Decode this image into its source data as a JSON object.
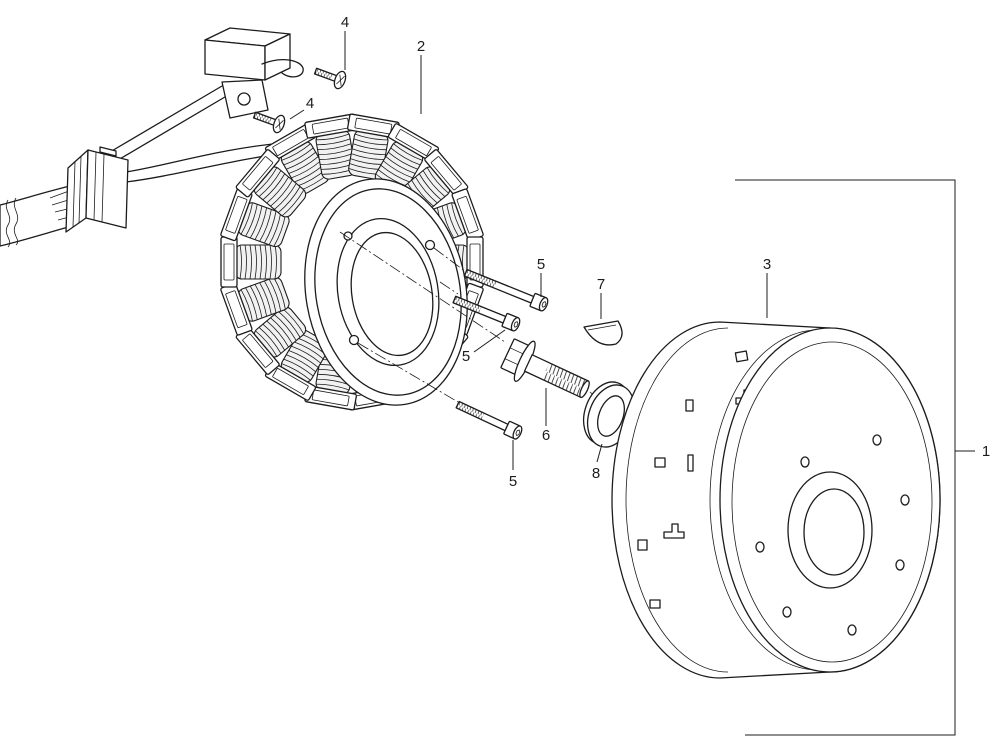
{
  "callouts": [
    "4",
    "2",
    "4",
    "5",
    "7",
    "3",
    "5",
    "6",
    "8",
    "5",
    "1"
  ],
  "colors": {
    "line": "#1c1c1c",
    "background": "#ffffff",
    "fin_fill": "#f2f2f2"
  }
}
